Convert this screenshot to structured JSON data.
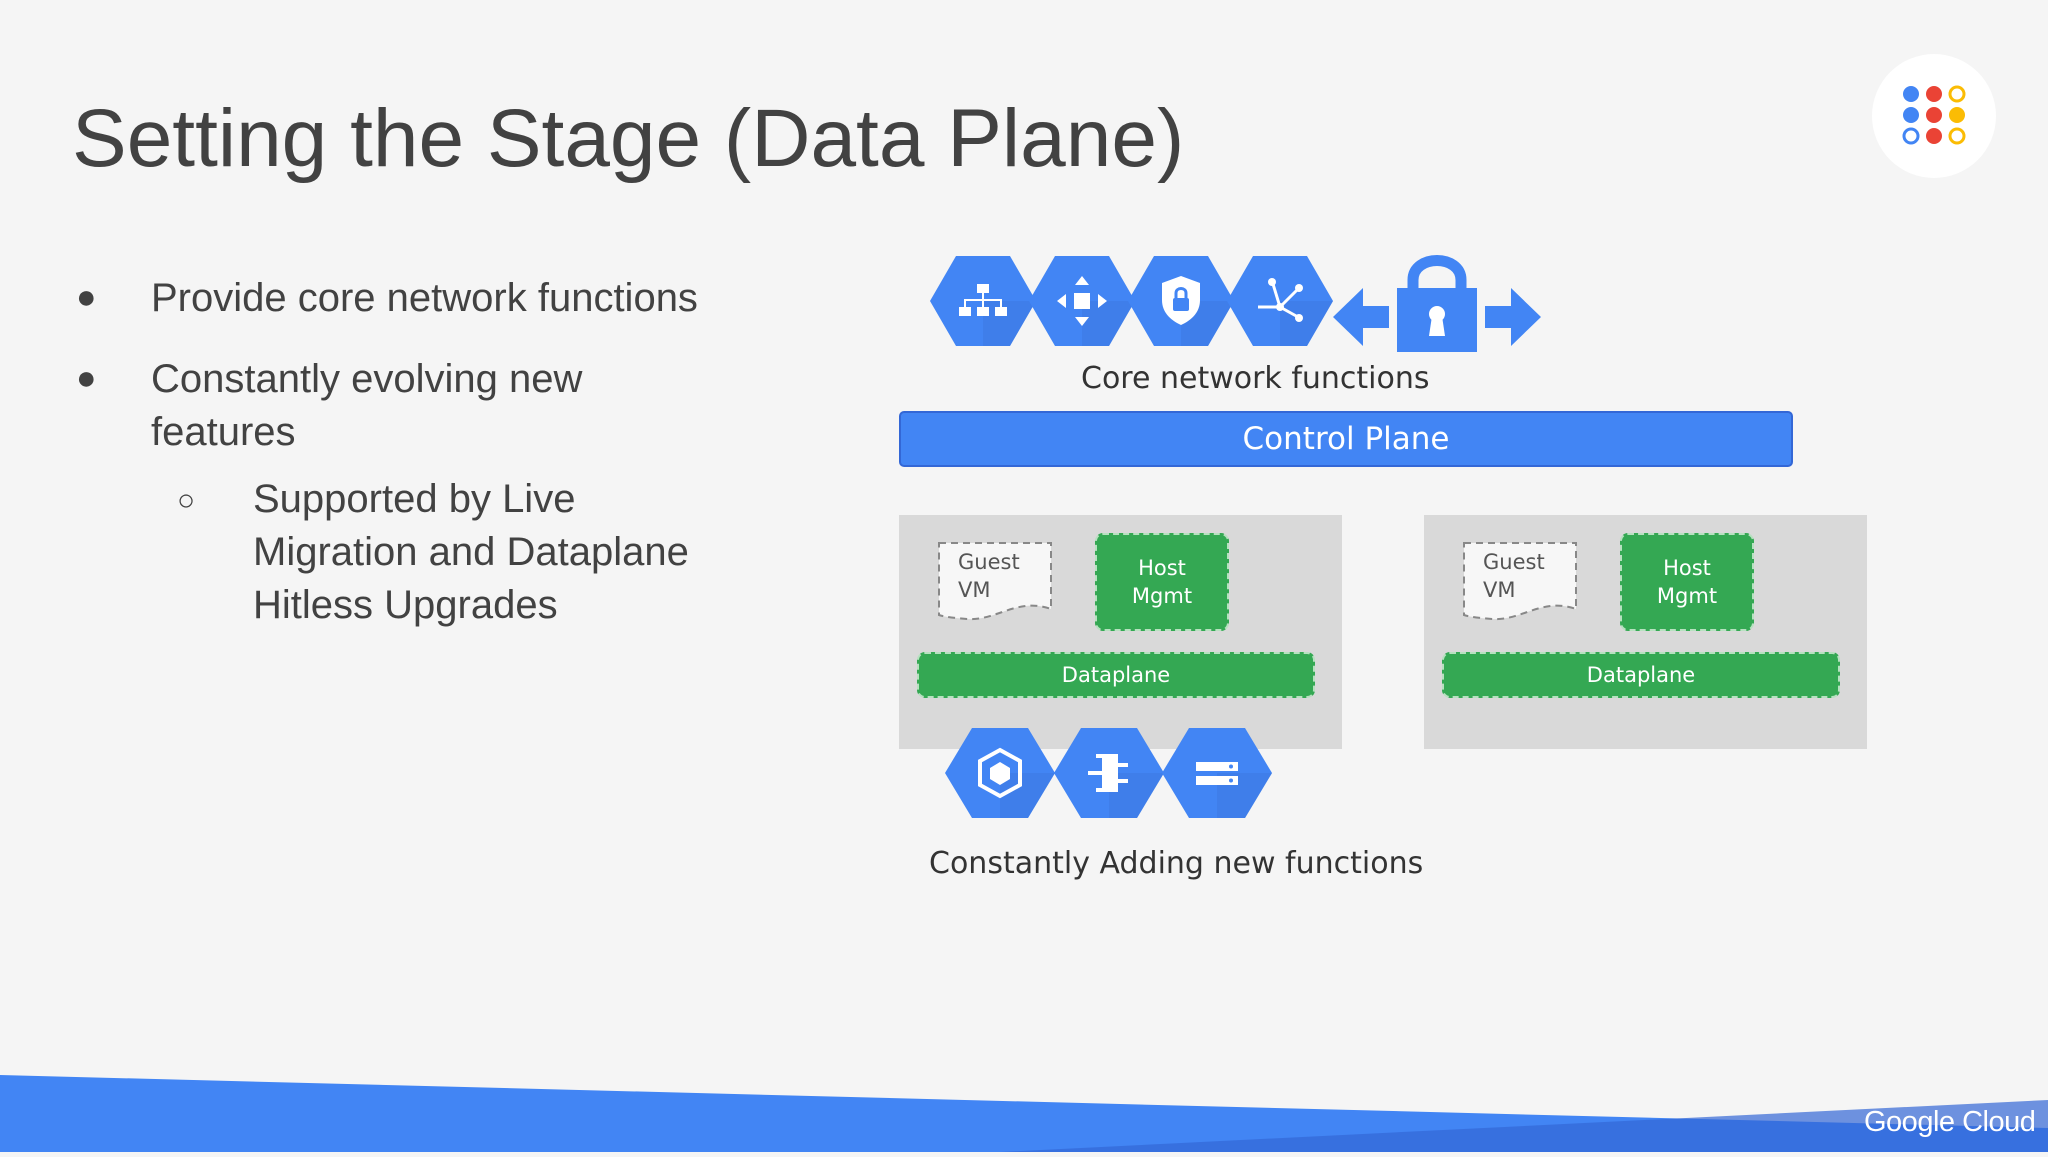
{
  "slide": {
    "title": "Setting the Stage (Data Plane)",
    "bullets": [
      {
        "text_lines": [
          "Provide core network functions"
        ]
      },
      {
        "text_lines": [
          "Constantly evolving new",
          "features"
        ],
        "sub_bullets": [
          {
            "text_lines": [
              "Supported by Live",
              "Migration and Dataplane",
              "Hitless Upgrades"
            ]
          }
        ]
      }
    ],
    "footer_logo_text": "Google Cloud"
  },
  "diagram": {
    "top_icons": [
      "sitemap-icon",
      "move-arrows-icon",
      "shield-lock-icon",
      "network-fork-icon",
      "padlock-arrows-icon"
    ],
    "top_caption": "Core network functions",
    "control_plane_label": "Control Plane",
    "hosts": [
      {
        "guest_label_1": "Guest",
        "guest_label_2": "VM",
        "host_mgmt_1": "Host",
        "host_mgmt_2": "Mgmt",
        "dataplane_label": "Dataplane"
      },
      {
        "guest_label_1": "Guest",
        "guest_label_2": "VM",
        "host_mgmt_1": "Host",
        "host_mgmt_2": "Mgmt",
        "dataplane_label": "Dataplane"
      }
    ],
    "bottom_icons": [
      "cube-icon",
      "connector-icon",
      "server-list-icon"
    ],
    "bottom_caption": "Constantly Adding new functions"
  },
  "colors": {
    "blue": "#4285f4",
    "green": "#34a853",
    "red": "#ea4335",
    "yellow": "#fbbc04",
    "host_gray": "#d9d9d9",
    "background": "#f5f5f5"
  }
}
